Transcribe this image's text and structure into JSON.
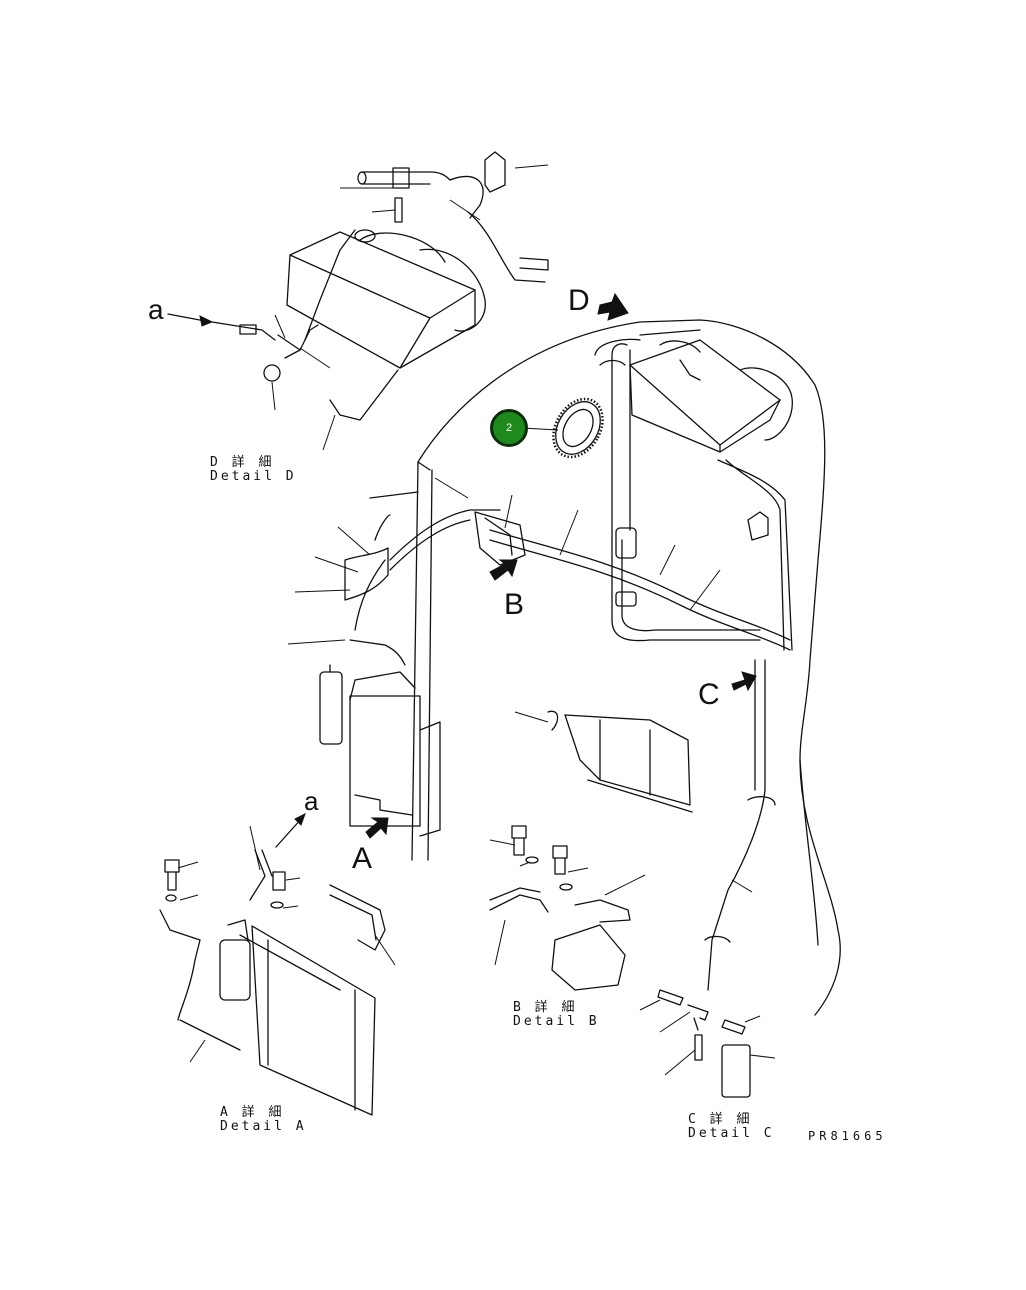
{
  "part_badge": {
    "number": "2",
    "color": "#1e8a1e"
  },
  "view_letters": {
    "a_top": "a",
    "a_bottom": "a",
    "A": "A",
    "B": "B",
    "C": "C",
    "D": "D"
  },
  "details": {
    "A": {
      "jp": "A 詳 細",
      "en": "Detail A"
    },
    "B": {
      "jp": "B 詳 細",
      "en": "Detail B"
    },
    "C": {
      "jp": "C 詳 細",
      "en": "Detail C"
    },
    "D": {
      "jp": "D 詳 細",
      "en": "Detail D"
    }
  },
  "drawing_code": "PR81665"
}
